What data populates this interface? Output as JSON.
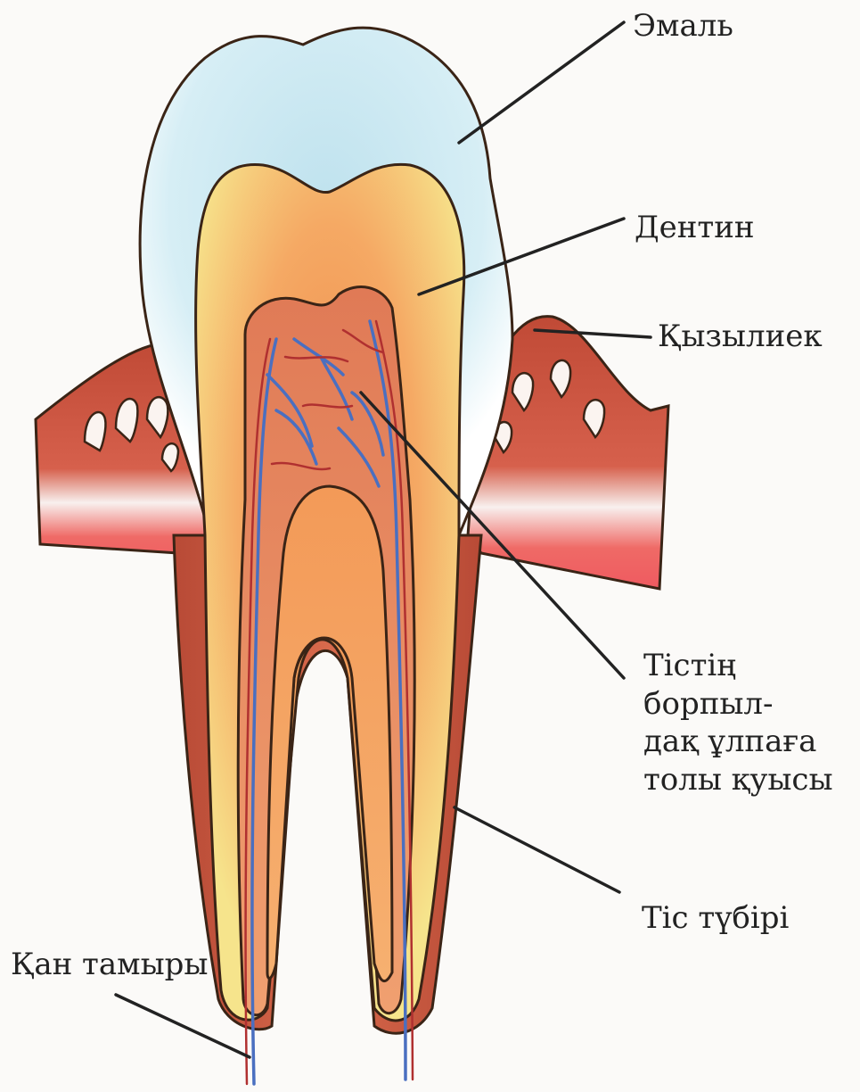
{
  "labels": {
    "enamel": "Эмаль",
    "dentin": "Дентин",
    "gum": "Қызылиек",
    "pulp_cavity": [
      "Тістің борпыл-",
      "дақ ұлпаға",
      "толы қуысы"
    ],
    "root": "Тіс түбірі",
    "blood_vessel": "Қан тамыры"
  },
  "colors": {
    "enamel": "#dff1f6",
    "dentin": "#f7c070",
    "dentin_edge": "#f3e18a",
    "pulp": "#ee8a5a",
    "gum": "#c8553d",
    "gum_light": "#f07a6e",
    "vein": "#4a6fc0",
    "artery": "#b03030",
    "outline": "#3a2416",
    "leader": "#222222"
  }
}
